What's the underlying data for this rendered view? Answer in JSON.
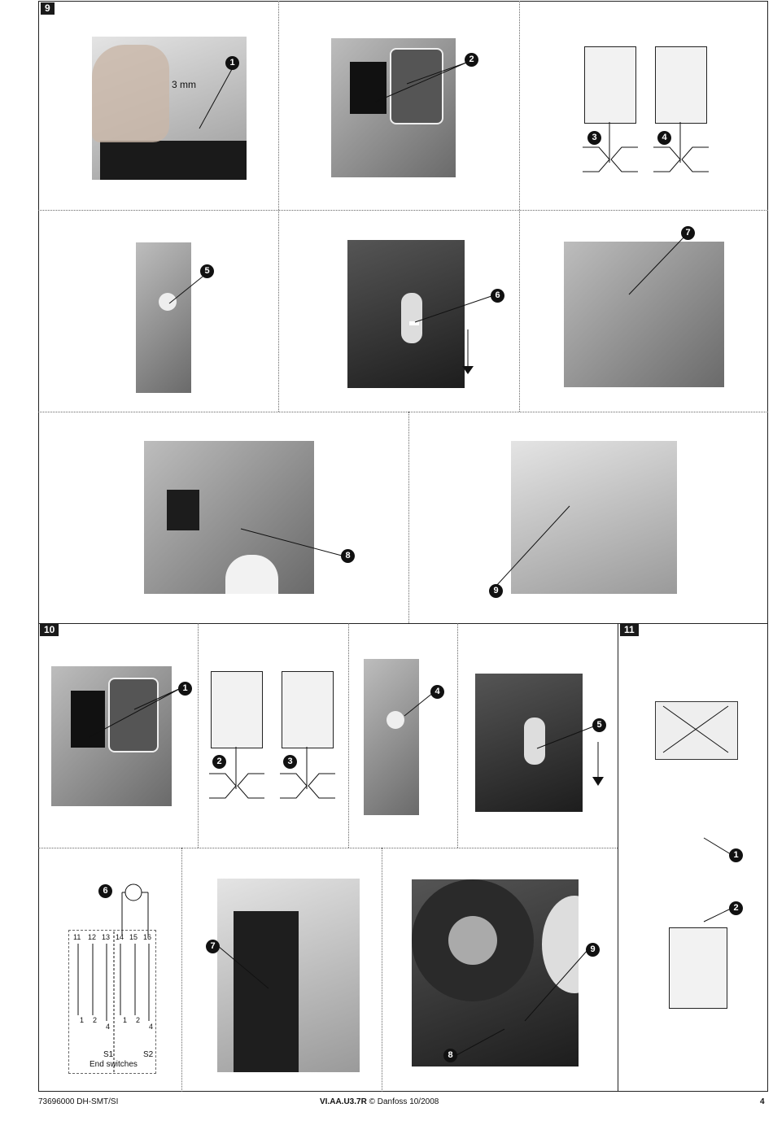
{
  "sections": {
    "s9": "9",
    "s10": "10",
    "s11": "11"
  },
  "callouts": {
    "s9": [
      "1",
      "2",
      "3",
      "4",
      "5",
      "6",
      "7",
      "8",
      "9"
    ],
    "s10": [
      "1",
      "2",
      "3",
      "4",
      "5",
      "6",
      "7",
      "8",
      "9"
    ],
    "s11": [
      "1",
      "2"
    ]
  },
  "labels": {
    "gap": "3 mm",
    "terminals": [
      "11",
      "12",
      "13",
      "14",
      "15",
      "16"
    ],
    "contacts_s1": [
      "1",
      "2",
      "4"
    ],
    "contacts_s2": [
      "1",
      "2",
      "4"
    ],
    "switch_s1": "S1",
    "switch_s2": "S2",
    "end_switches": "End switches"
  },
  "footer": {
    "doc_number": "73696000 DH-SMT/SI",
    "code": "VI.AA.U3.7R",
    "copyright": "© Danfoss 10/2008",
    "page": "4"
  }
}
